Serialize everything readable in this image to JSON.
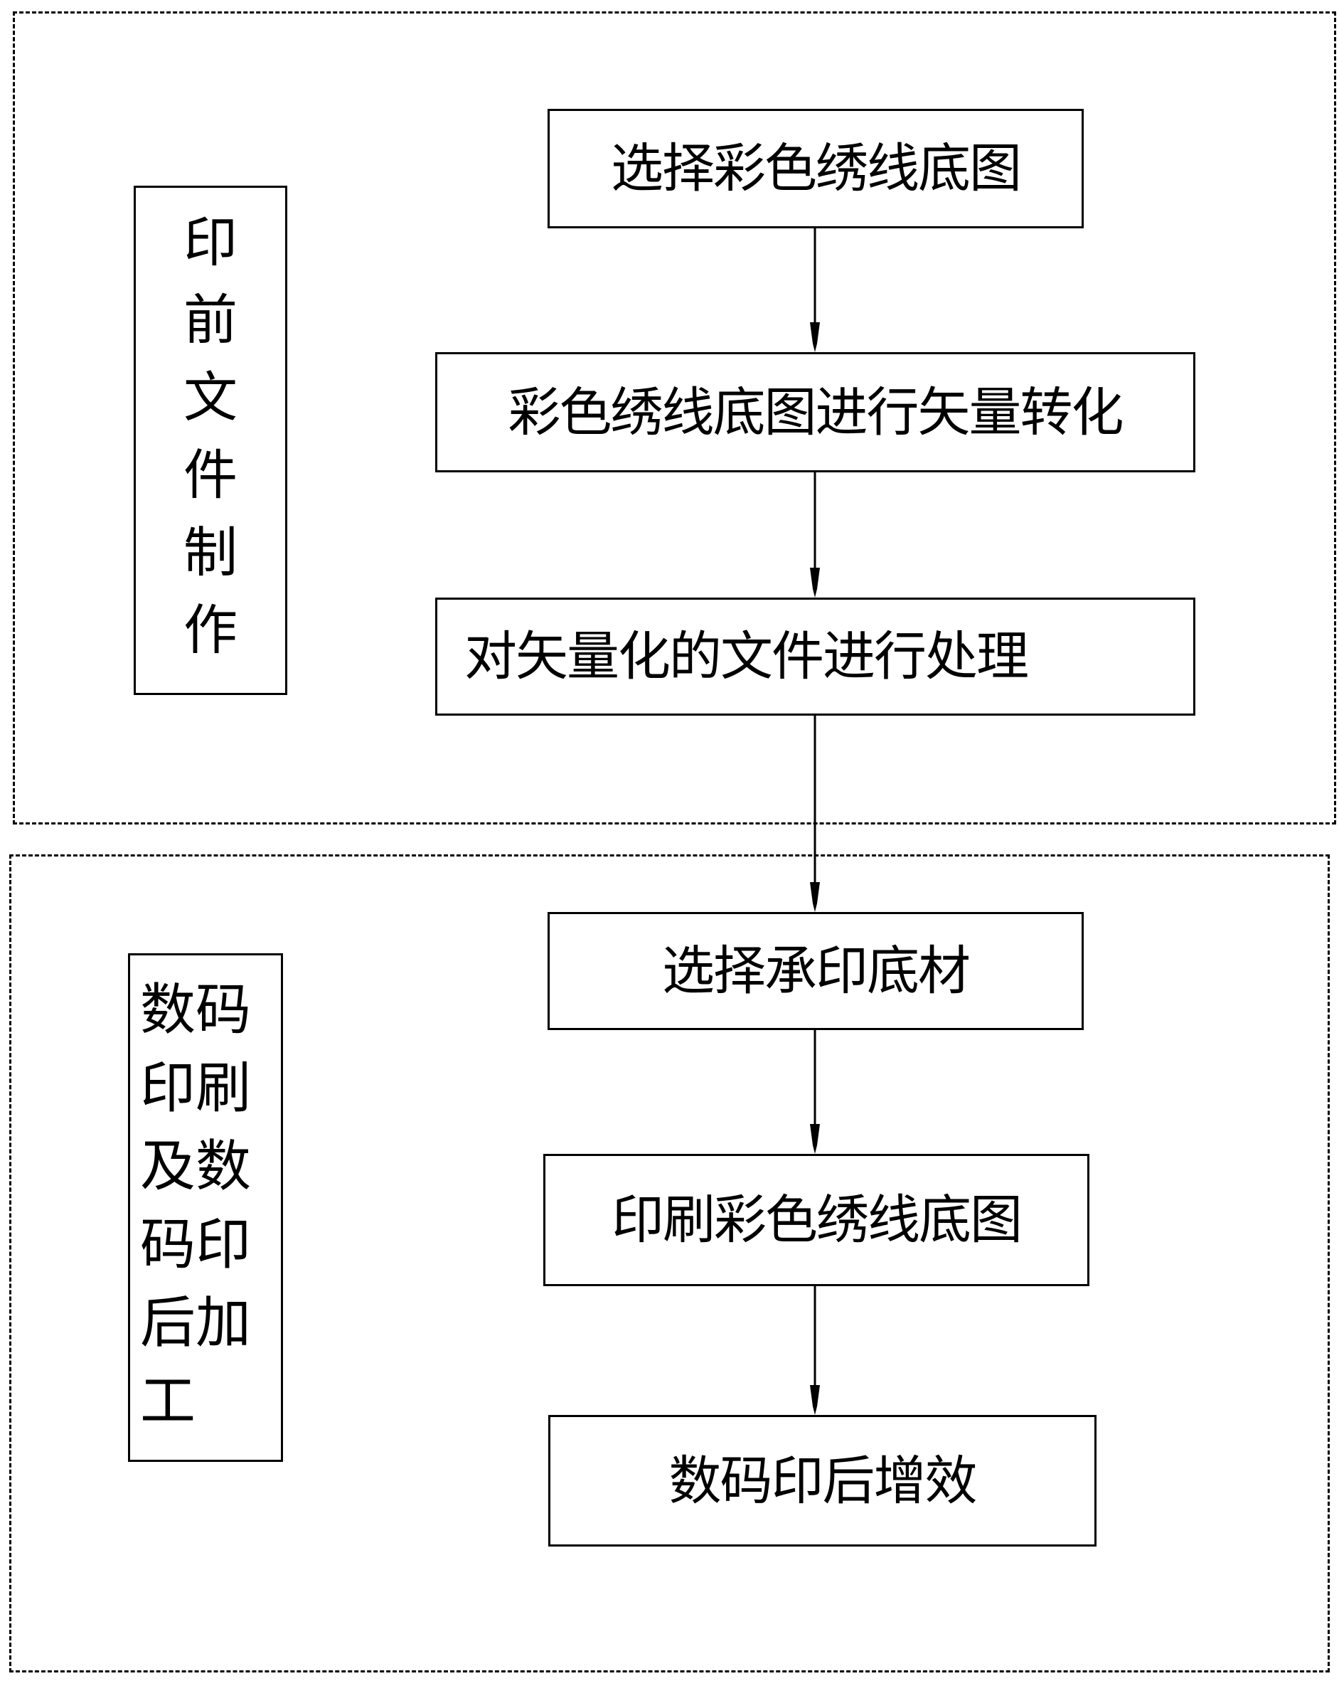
{
  "diagram": {
    "groups": [
      {
        "id": "prepress",
        "label_chars": [
          "印",
          "前",
          "文",
          "件",
          "制",
          "作"
        ],
        "label": "印前文件制作"
      },
      {
        "id": "digital-printing",
        "label_lines": [
          "数码",
          "印刷",
          "及数",
          "码印",
          "后加",
          "工"
        ],
        "label": "数码印刷及数码印后加工"
      }
    ],
    "steps": [
      {
        "id": "step-1",
        "text": "选择彩色绣线底图",
        "group": "prepress"
      },
      {
        "id": "step-2",
        "text": "彩色绣线底图进行矢量转化",
        "group": "prepress"
      },
      {
        "id": "step-3",
        "text": "对矢量化的文件进行处理",
        "group": "prepress"
      },
      {
        "id": "step-4",
        "text": "选择承印底材",
        "group": "digital-printing"
      },
      {
        "id": "step-5",
        "text": "印刷彩色绣线底图",
        "group": "digital-printing"
      },
      {
        "id": "step-6",
        "text": "数码印后增效",
        "group": "digital-printing"
      }
    ],
    "edges": [
      {
        "from": "step-1",
        "to": "step-2"
      },
      {
        "from": "step-2",
        "to": "step-3"
      },
      {
        "from": "step-3",
        "to": "step-4"
      },
      {
        "from": "step-4",
        "to": "step-5"
      },
      {
        "from": "step-5",
        "to": "step-6"
      }
    ]
  }
}
